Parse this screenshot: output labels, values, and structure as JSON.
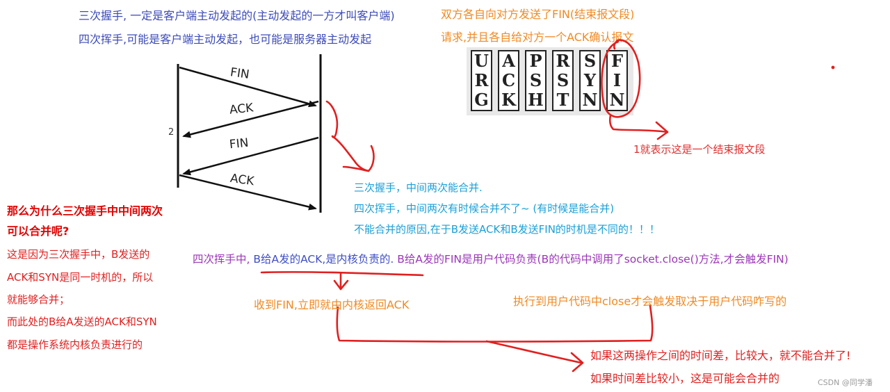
{
  "top_notes": {
    "line1": "三次握手, 一定是客户端主动发起的(主动发起的一方才叫客户端)",
    "line2": "四次挥手,可能是客户端主动发起，也可能是服务器主动发起"
  },
  "handshake_diagram": {
    "arrow1": "FIN",
    "arrow2": "ACK",
    "arrow3": "FIN",
    "arrow4": "ACK",
    "stray_mark": "2"
  },
  "fin_note": {
    "line1": "双方各自向对方发送了FIN(结束报文段)",
    "line2": "请求,并且各自给对方一个ACK确认报文"
  },
  "tcp_flags": {
    "columns": [
      [
        "U",
        "R",
        "G"
      ],
      [
        "A",
        "C",
        "K"
      ],
      [
        "P",
        "S",
        "H"
      ],
      [
        "R",
        "S",
        "T"
      ],
      [
        "S",
        "Y",
        "N"
      ],
      [
        "F",
        "I",
        "N"
      ]
    ]
  },
  "fin_flag_note": "1就表示这是一个结束报文段",
  "merge_notes": {
    "line1": "三次握手，中间两次能合并.",
    "line2": "四次挥手，中间两次有时候合并不了~ (有时候是能合并)",
    "line3": "不能合并的原因,在于B发送ACK和B发送FIN的时机是不同的！！！"
  },
  "question": {
    "title1": "那么为什么三次握手中中间两次",
    "title2": "可以合并呢?",
    "body1": "这是因为三次握手中，B发送的",
    "body2": "ACK和SYN是同一时机的，所以",
    "body3": "就能够合并；",
    "body4": "而此处的B给A发送的ACK和SYN",
    "body5": "都是操作系统内核负责进行的"
  },
  "wave_note": {
    "prefix": "四次挥手中, ",
    "highlight": "B给A发的ACK,是内核负责的.",
    "suffix": " B给A发的FIN是用户代码负责(B的代码中调用了socket.close()方法,才会触发FIN)"
  },
  "kernel_ack_note": "收到FIN,立即就由内核返回ACK",
  "user_close_note": "执行到用户代码中close才会触发取决于用户代码咋写的",
  "conclusion": {
    "line1": "如果这两操作之间的时间差，比较大，就不能合并了!",
    "line2": "如果时间差比较小，这是可能会合并的"
  },
  "watermark": "CSDN @同学潘",
  "colors": {
    "annotation_red": "#e02020",
    "orange": "#f08a24",
    "cyan": "#1a9fd6",
    "purple": "#9b36b8",
    "navy": "#3d4bb8"
  }
}
